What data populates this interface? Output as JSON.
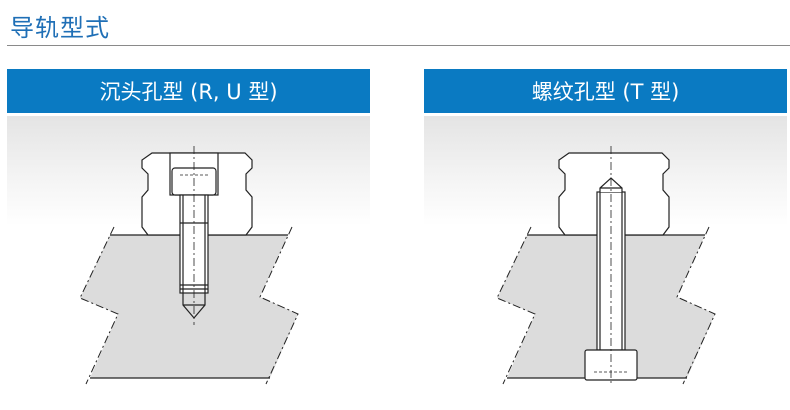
{
  "title": "导轨型式",
  "panels": [
    {
      "label": "沉头孔型 (R, U 型)"
    },
    {
      "label": "螺纹孔型 (T 型)"
    }
  ],
  "colors": {
    "accent": "#0a7ac2",
    "title": "#1f6fb6",
    "plate": "#dcdcdc"
  }
}
